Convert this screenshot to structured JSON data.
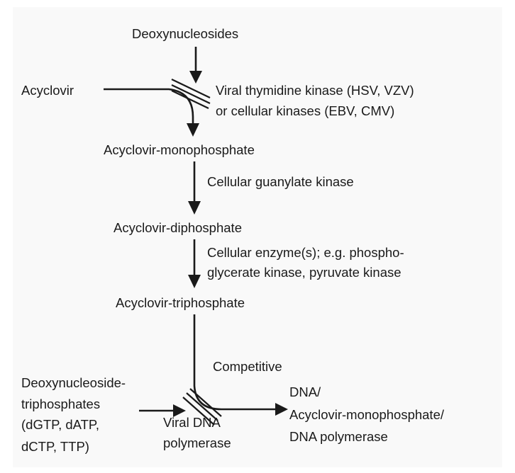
{
  "diagram": {
    "title_node": "Deoxynucleosides",
    "acyclovir": "Acyclovir",
    "step1_enzyme_line1": "Viral thymidine kinase (HSV, VZV)",
    "step1_enzyme_line2": "or cellular kinases (EBV, CMV)",
    "monophosphate": "Acyclovir-monophosphate",
    "step2_enzyme": "Cellular guanylate kinase",
    "diphosphate": "Acyclovir-diphosphate",
    "step3_enzyme_line1": "Cellular enzyme(s); e.g. phospho-",
    "step3_enzyme_line2": "glycerate kinase, pyruvate kinase",
    "triphosphate": "Acyclovir-triphosphate",
    "competitive": "Competitive",
    "product_line1": "DNA/",
    "product_line2": "Acyclovir-monophosphate/",
    "product_line3": "DNA polymerase",
    "substrate_line1": "Deoxynucleoside-",
    "substrate_line2": "triphosphates",
    "substrate_line3": "(dGTP, dATP,",
    "substrate_line4": "dCTP, TTP)",
    "polymerase_line1": "Viral DNA",
    "polymerase_line2": "polymerase"
  }
}
